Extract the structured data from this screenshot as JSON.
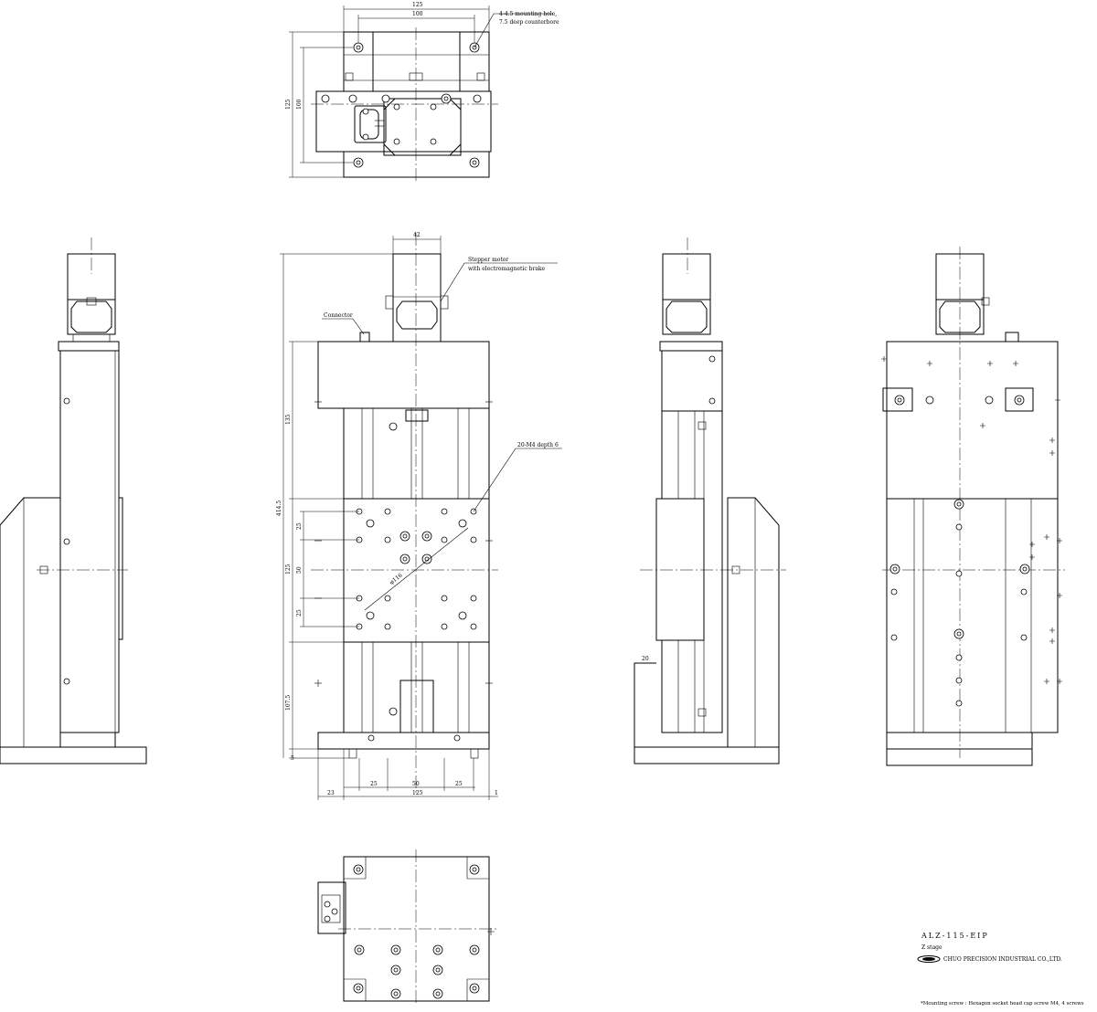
{
  "drawing": {
    "part_number": "ALZ-115-EIP",
    "part_name": "Z stage",
    "company": "CHUO PRECISION INDUSTRIAL CO.,LTD.",
    "mounting_note": "*Mounting screw : Hexagon socket head cap screw M4, 4 screws"
  },
  "callouts": {
    "mounting_hole_line1": "4-4.5 mounting hole,",
    "mounting_hole_line2": "7.5 deep counterbore",
    "stepper_line1": "Stepper motor",
    "stepper_line2": "with electromagnetic brake",
    "connector": "Connector",
    "tapped_holes": "20-M4 depth 6",
    "diagonal": "φ116"
  },
  "dimensions": {
    "top_overall_width": "125",
    "top_hole_pitch": "100",
    "top_height": "125",
    "top_hole_pitch_v": "100",
    "motor_width": "42",
    "overall_height": "414.5",
    "upper_section": "135",
    "table_height": "125",
    "lower_section": "107.5",
    "bottom_offset": "5",
    "pitch_25_top": "25",
    "pitch_50": "50",
    "pitch_25_bottom": "25",
    "left_offset": "23",
    "bottom_25_left": "25",
    "bottom_50": "50",
    "bottom_25_right": "25",
    "bottom_width": "125",
    "right_offset": "1",
    "side_offset_20": "20"
  }
}
